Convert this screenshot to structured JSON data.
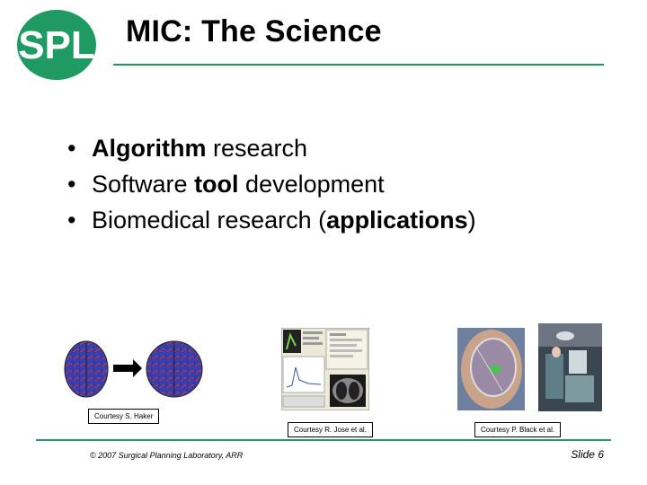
{
  "logo": {
    "text": "SPL",
    "color": "#1f9a63"
  },
  "slide": {
    "title": "MIC: The Science",
    "bullets": [
      {
        "bold": "Algorithm",
        "rest": " research"
      },
      {
        "pre": "Software ",
        "bold": "tool",
        "rest": " development"
      },
      {
        "pre": "Biomedical research (",
        "bold": "applications",
        "rest": ")"
      }
    ]
  },
  "figures": {
    "caption1": "Courtesy S. Haker",
    "caption2": "Courtesy R. Jose et al.",
    "caption3": "Courtesy P. Black et al."
  },
  "footer": {
    "copyright": "© 2007 Surgical Planning Laboratory, ARR",
    "slide_number": "Slide 6"
  },
  "colors": {
    "accent": "#1f9a63"
  }
}
